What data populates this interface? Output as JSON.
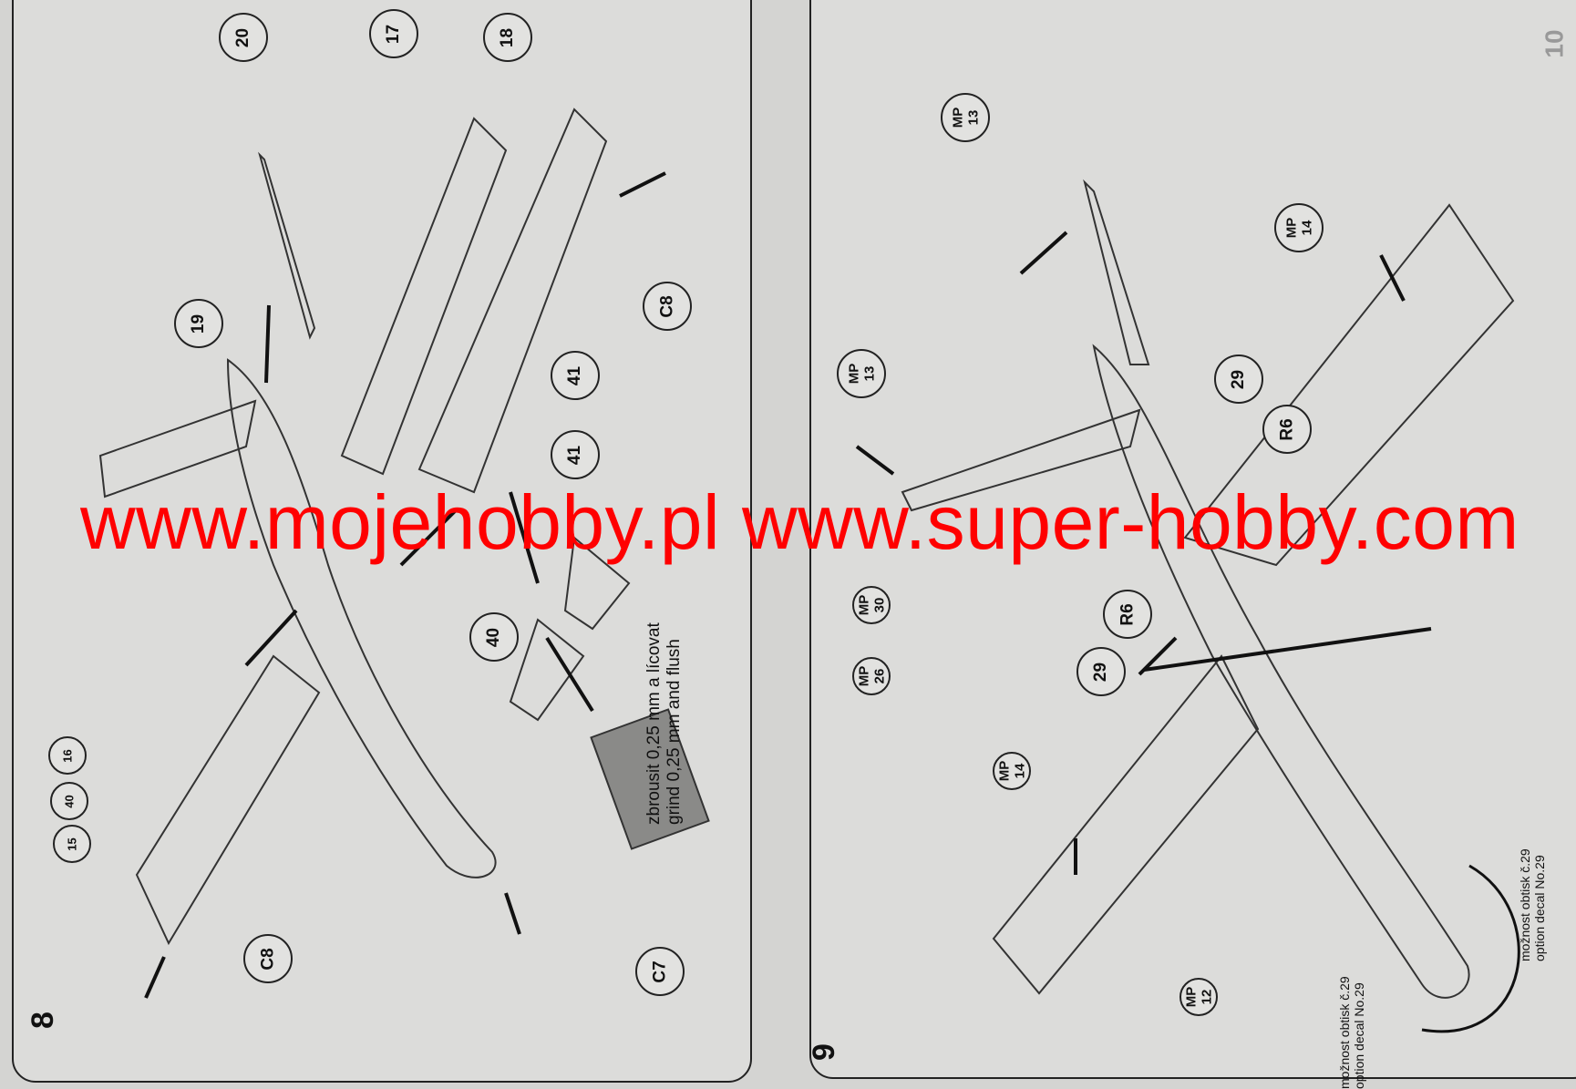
{
  "steps": {
    "left": "8",
    "right": "9",
    "next": "10"
  },
  "callouts_left": [
    "20",
    "17",
    "18",
    "19",
    "41",
    "C8",
    "41",
    "40",
    "16",
    "40",
    "15",
    "C8",
    "C7"
  ],
  "callouts_right": [
    {
      "line1": "MP",
      "line2": "13"
    },
    {
      "line1": "MP",
      "line2": "14"
    },
    {
      "line1": "MP",
      "line2": "13"
    },
    {
      "line1": "29",
      "line2": ""
    },
    {
      "line1": "R6",
      "line2": ""
    },
    {
      "line1": "MP",
      "line2": "30"
    },
    {
      "line1": "R6",
      "line2": ""
    },
    {
      "line1": "29",
      "line2": ""
    },
    {
      "line1": "MP",
      "line2": "26"
    },
    {
      "line1": "MP",
      "line2": "14"
    },
    {
      "line1": "MP",
      "line2": "12"
    }
  ],
  "notes": {
    "grind_cz": "zbrousit 0,25 mm a lícovat",
    "grind_en": "grind 0,25 mm and flush",
    "decal_cz": "možnost obtisk č.29",
    "decal_en": "option decal No.29"
  },
  "watermark": "www.mojehobby.pl www.super-hobby.com",
  "colors": {
    "watermark": "#ff0000",
    "paper": "#dcdcda",
    "ink": "#222222"
  }
}
